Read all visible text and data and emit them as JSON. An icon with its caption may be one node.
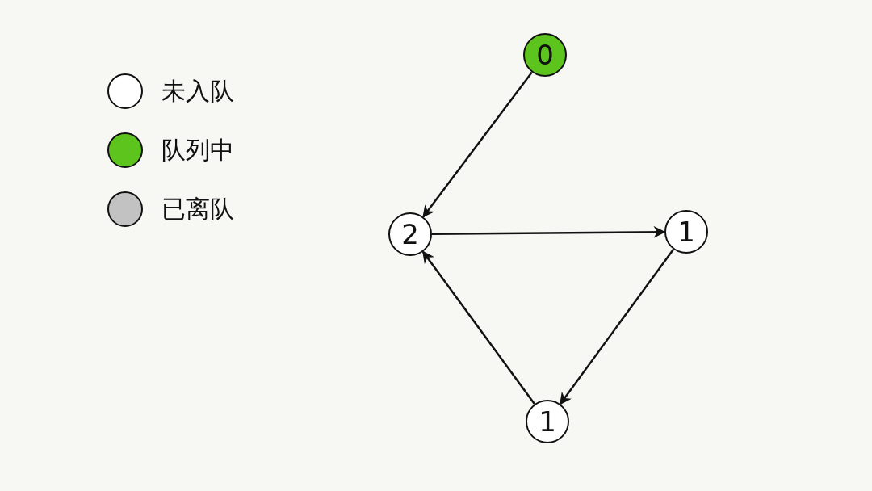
{
  "diagram": {
    "nodes": [
      {
        "text": [
          "0"
        ]
      },
      {
        "text": [
          "2"
        ]
      },
      {
        "text": [
          "1"
        ]
      },
      {
        "text": [
          "1"
        ]
      }
    ],
    "edges": [
      {
        "from": 0,
        "to": 1,
        "arrow": "to"
      },
      {
        "from": 1,
        "to": 2,
        "arrow": "to"
      },
      {
        "from": 2,
        "to": 3,
        "arrow": "to"
      },
      {
        "from": 3,
        "to": 1,
        "arrow": "to"
      }
    ],
    "legend": [
      {
        "text": "未入队",
        "color": "#ffffff"
      },
      {
        "text": "队列中",
        "color": "#5cc41c"
      },
      {
        "text": "已离队",
        "color": "#c2c2c2"
      }
    ]
  }
}
